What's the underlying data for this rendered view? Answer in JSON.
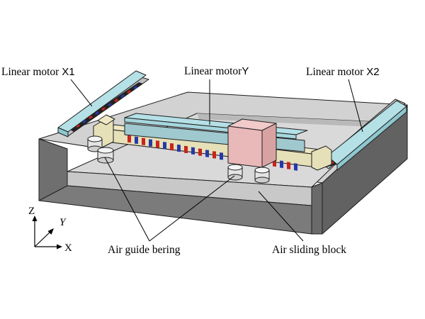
{
  "labels": {
    "motor_x1": {
      "text": "Linear motor ",
      "tag": "X1"
    },
    "motor_y": {
      "text": "Linear motor",
      "tag": "Y"
    },
    "motor_x2": {
      "text": "Linear motor ",
      "tag": "X2"
    },
    "air_guide": "Air guide bering",
    "air_sliding": "Air sliding block"
  },
  "axes": {
    "z": "Z",
    "y": "Y",
    "x": "X"
  },
  "colors": {
    "base_top": "#d2d2d2",
    "base_front": "#7b7b7b",
    "base_side": "#626262",
    "pocket_floor": "#d9d9d9",
    "motor_cover": "#b4e0e6",
    "beam": "#e6e0b8",
    "slider_block": "#e9b8b8",
    "coil_red": "#c8241d",
    "coil_blue": "#2838a8"
  }
}
